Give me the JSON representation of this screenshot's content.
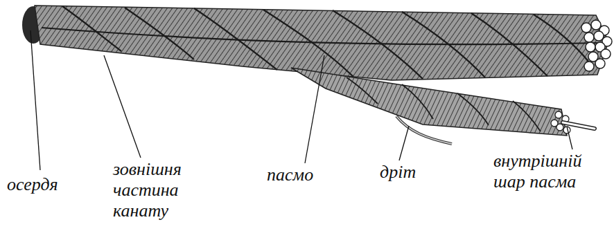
{
  "diagram": {
    "labels": [
      "осердя",
      "зовнішня частина канату",
      "пасмо",
      "дріт",
      "внутрішній шар пасма"
    ]
  }
}
